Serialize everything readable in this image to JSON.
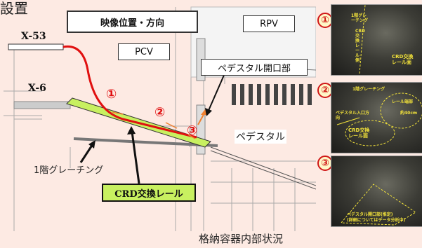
{
  "header": {
    "title_fragment": "設置",
    "video_box_label": "映像位置・方向"
  },
  "diagram": {
    "rpv_label": "RPV",
    "pcv_label": "PCV",
    "x53_label": "X-53",
    "x6_label": "X-6",
    "pedestal_opening_label": "ペデスタル開口部",
    "pedestal_label": "ペデスタル",
    "grating_label": "1階グレーチング",
    "crd_rail_label": "CRD交換レール",
    "marker1": "①",
    "marker2": "②",
    "marker3": "③",
    "footer_caption": "格納容器内部状況"
  },
  "photos": [
    {
      "number": "①",
      "texts": [
        "1階グレーチング",
        "CRD交換レール側",
        "CRD交換\nレール面"
      ]
    },
    {
      "number": "②",
      "texts": [
        "1階グレーチング",
        "ペデスタル入口方向",
        "CRD交換\nレール面",
        "レール端部",
        "約40cm"
      ]
    },
    {
      "number": "③",
      "texts": [
        "ペデスタル開口部(推定)",
        "(詳細についてはデータ分析中)"
      ]
    }
  ],
  "colors": {
    "background": "#fdeae3",
    "rail_green": "#c8f060",
    "path_red": "#e01010",
    "marker_red": "#d01818",
    "arrow_orange": "#f08030"
  }
}
